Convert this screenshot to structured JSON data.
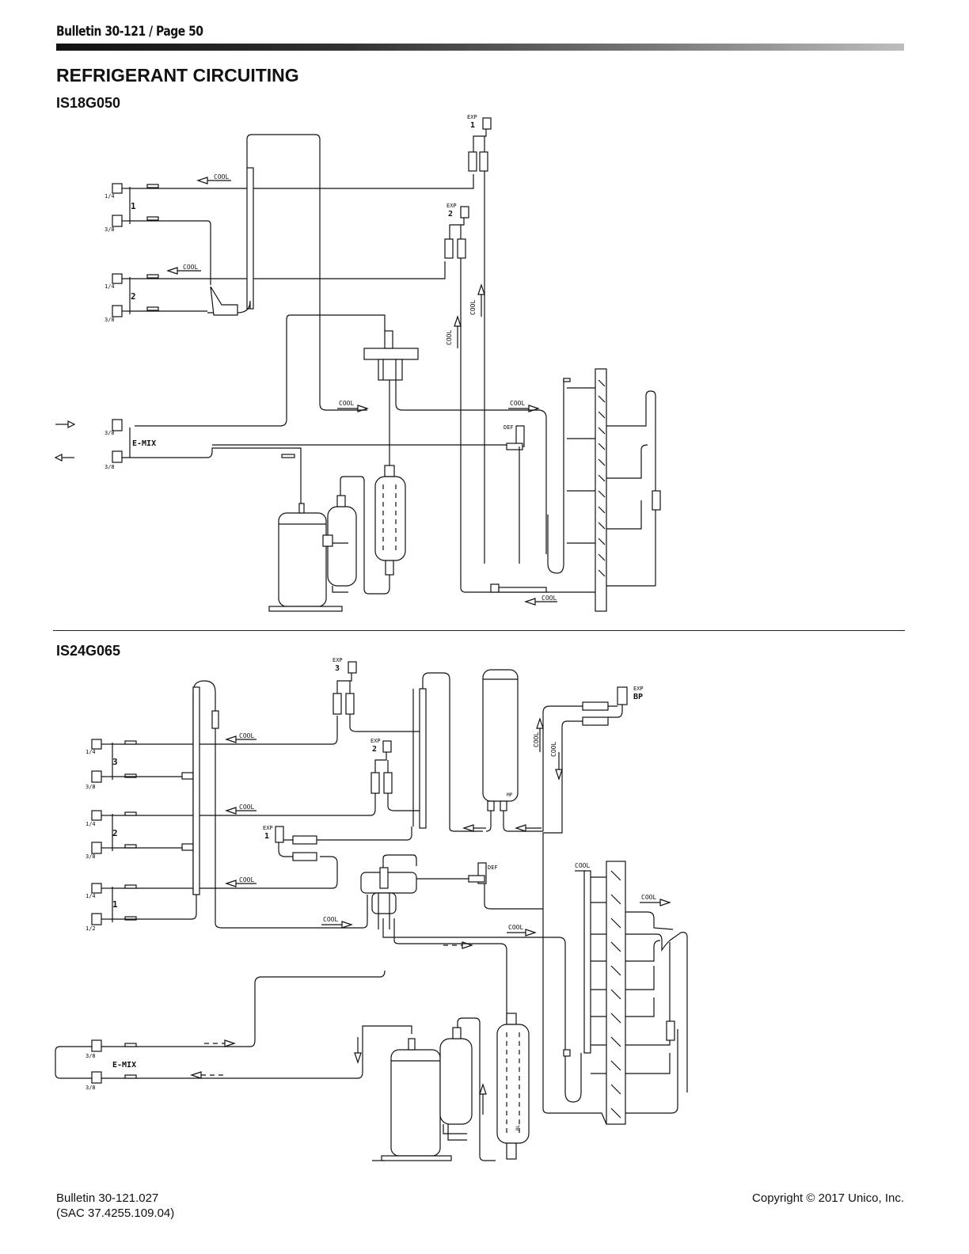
{
  "header": {
    "bulletin_page": "Bulletin 30-121 / Page 50"
  },
  "title": "REFRIGERANT CIRCUITING",
  "diagram_top": {
    "model": "IS18G050",
    "labels": {
      "cool": "COOL",
      "exp": "EXP",
      "exp1_num": "1",
      "exp2_num": "2",
      "zone1": "1",
      "zone2": "2",
      "size_14": "1/4",
      "size_38": "3/8",
      "emix": "E-MIX",
      "def": "DEF"
    }
  },
  "diagram_bottom": {
    "model": "IS24G065",
    "labels": {
      "cool": "COOL",
      "exp": "EXP",
      "exp1_num": "1",
      "exp2_num": "2",
      "exp3_num": "3",
      "exp_bp": "BP",
      "zone1": "1",
      "zone2": "2",
      "zone3": "3",
      "size_14": "1/4",
      "size_38": "3/8",
      "size_12": "1/2",
      "emix": "E-MIX",
      "def": "DEF",
      "mp": "MP",
      "bl": "BL"
    }
  },
  "footer": {
    "bulletin": "Bulletin 30-121.027",
    "sac": "(SAC 37.4255.109.04)",
    "copyright": "Copyright © 2017 Unico, Inc."
  }
}
